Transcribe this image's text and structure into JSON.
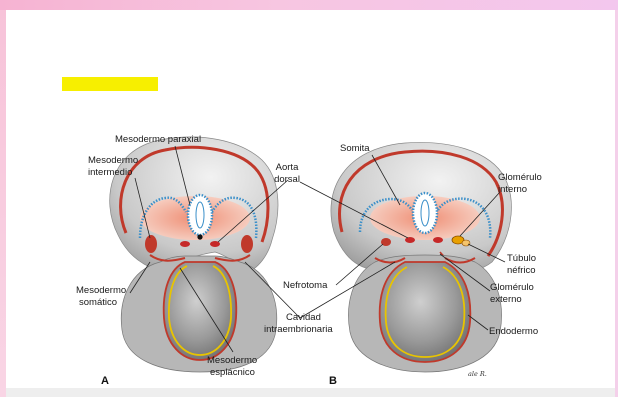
{
  "labels": {
    "mesodermo_paraxial": "Mesodermo paraxial",
    "mesodermo_intermedio_1": "Mesodermo",
    "mesodermo_intermedio_2": "intermedio",
    "aorta_1": "Aorta",
    "aorta_2": "dorsal",
    "somita": "Somita",
    "glomerulo_interno_1": "Glomérulo",
    "glomerulo_interno_2": "interno",
    "tubulo_1": "Túbulo",
    "tubulo_2": "néfrico",
    "glomerulo_externo_1": "Glomérulo",
    "glomerulo_externo_2": "externo",
    "nefrotoma": "Nefrotoma",
    "mesodermo_somatico_1": "Mesodermo",
    "mesodermo_somatico_2": "somático",
    "cavidad_1": "Cavidad",
    "cavidad_2": "intraembrionaria",
    "endodermo": "Endodermo",
    "mesodermo_esplacnico_1": "Mesodermo",
    "mesodermo_esplacnico_2": "esplácnico",
    "panel_a": "A",
    "panel_b": "B",
    "signature": "ale R."
  },
  "colors": {
    "mesoderm": "#e8735a",
    "neural_tube": "#3a8fc9",
    "ectoderm": "#c0392b",
    "endoderm_line": "#e8c400",
    "embryo_gray": "#8f8f8f",
    "highlight": "#f7ef00"
  }
}
